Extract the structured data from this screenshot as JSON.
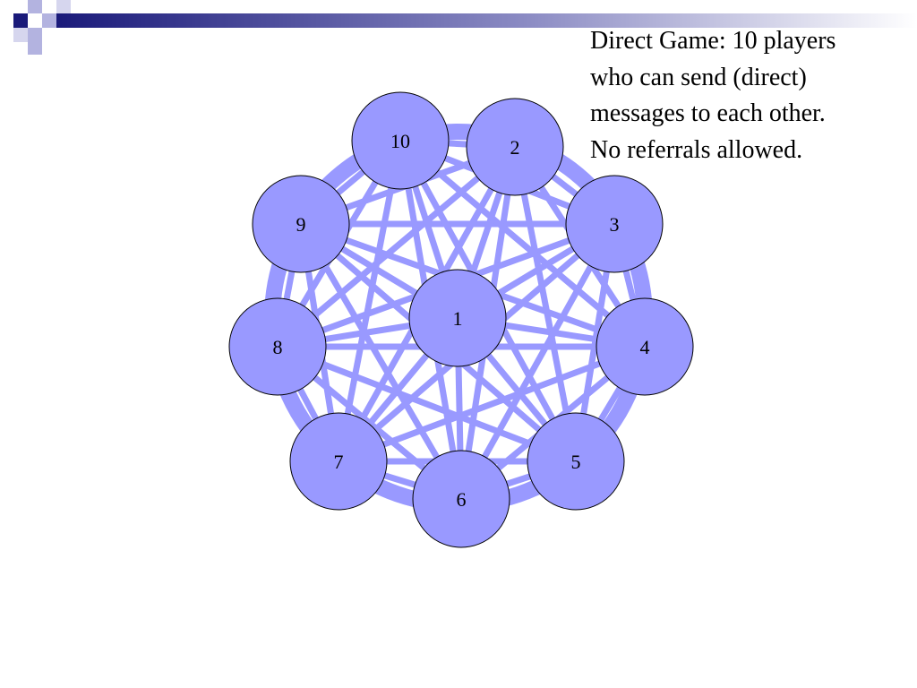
{
  "caption": {
    "lines": [
      "Direct Game: 10 players",
      "who can send (direct)",
      "messages to each other.",
      "No referrals allowed."
    ]
  },
  "diagram": {
    "colors": {
      "node_fill": "#9999ff",
      "node_stroke": "#000000",
      "edge": "#9999ff",
      "ring": "#9999ff",
      "deco_dark": "#1a1a7a",
      "deco_light": "#b3b3e0"
    },
    "nodes": [
      {
        "id": "1",
        "label": "1"
      },
      {
        "id": "2",
        "label": "2"
      },
      {
        "id": "3",
        "label": "3"
      },
      {
        "id": "4",
        "label": "4"
      },
      {
        "id": "5",
        "label": "5"
      },
      {
        "id": "6",
        "label": "6"
      },
      {
        "id": "7",
        "label": "7"
      },
      {
        "id": "8",
        "label": "8"
      },
      {
        "id": "9",
        "label": "9"
      },
      {
        "id": "10",
        "label": "10"
      }
    ],
    "edges": "complete-graph"
  }
}
